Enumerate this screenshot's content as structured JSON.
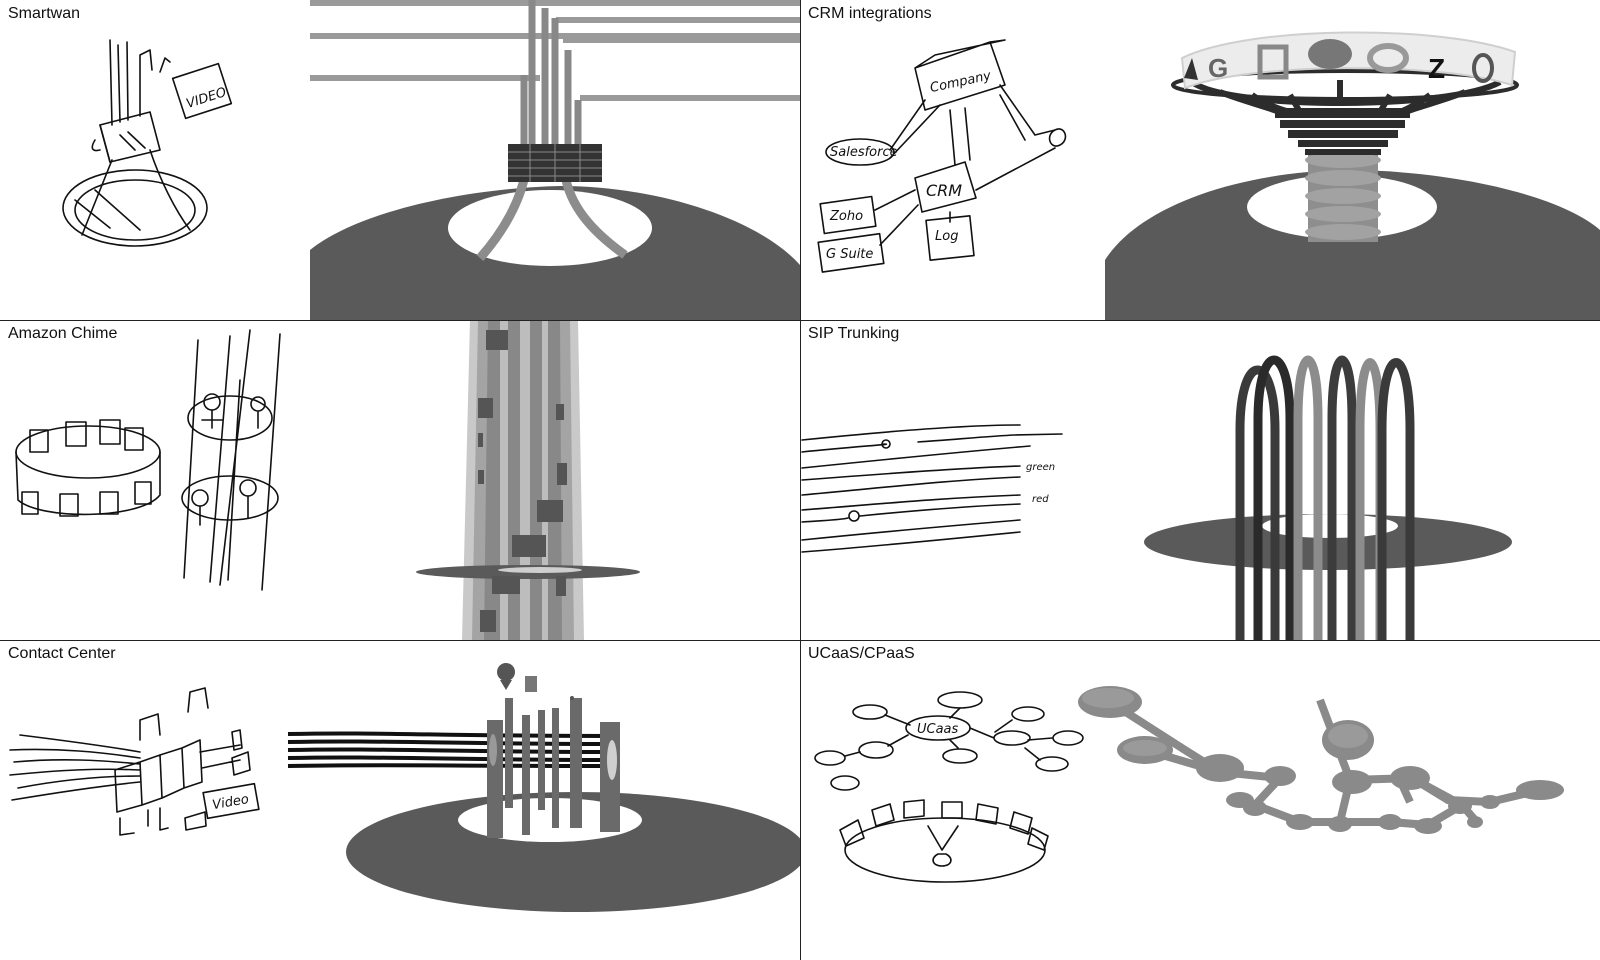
{
  "panels": [
    {
      "id": "smartwan",
      "title": "Smartwan",
      "sketch_words": [
        "VIDEO"
      ]
    },
    {
      "id": "crm-integrations",
      "title": "CRM integrations",
      "sketch_words": [
        "Company",
        "Salesforce",
        "CRM",
        "Zoho",
        "G Suite",
        "Log"
      ],
      "ring_letters": [
        "G",
        "Z"
      ]
    },
    {
      "id": "amazon-chime",
      "title": "Amazon Chime"
    },
    {
      "id": "sip-trunking",
      "title": "SIP Trunking",
      "sketch_words": [
        "green",
        "red"
      ]
    },
    {
      "id": "contact-center",
      "title": "Contact Center",
      "sketch_words": [
        "Video"
      ]
    },
    {
      "id": "ucaas-cpaas",
      "title": "UCaaS/CPaaS",
      "sketch_words": [
        "UCaas"
      ]
    }
  ]
}
